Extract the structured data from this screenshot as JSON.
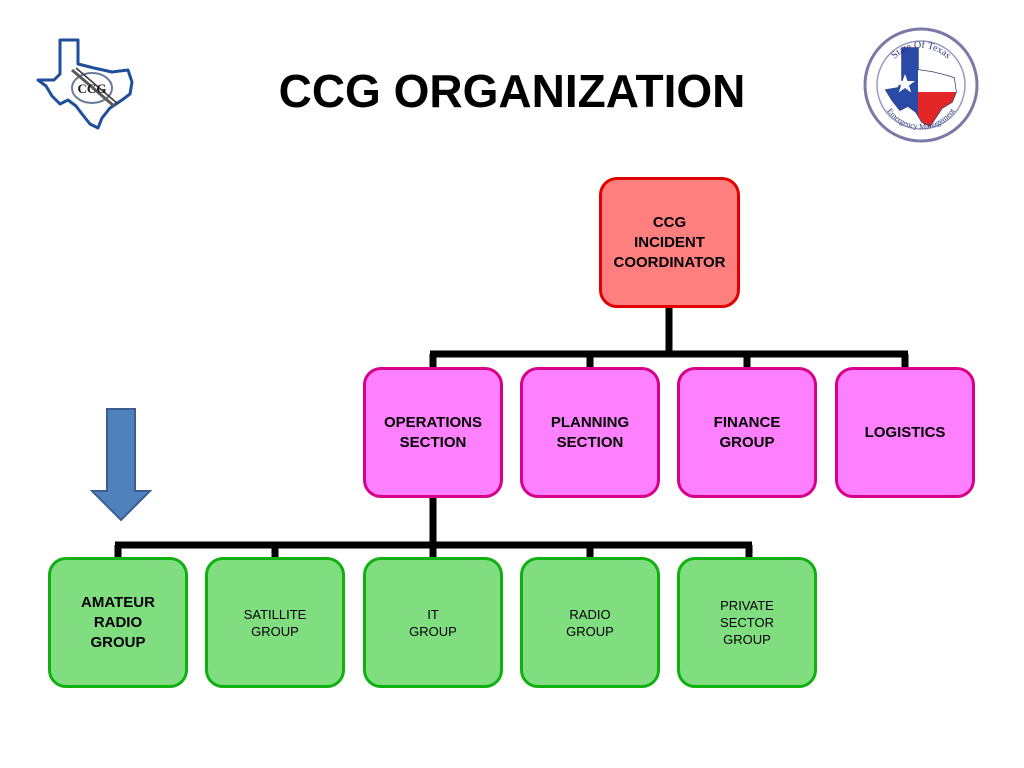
{
  "title": "CCG ORGANIZATION",
  "logos": {
    "left": {
      "text": "CCG",
      "icon": "texas-map-ccg-logo"
    },
    "right": {
      "text": "State Of Texas Emergency Management",
      "icon": "texas-emergency-management-seal"
    }
  },
  "nodes": {
    "coordinator": "CCG\nINCIDENT\nCOORDINATOR",
    "operations": "OPERATIONS\nSECTION",
    "planning": "PLANNING\nSECTION",
    "finance": "FINANCE\nGROUP",
    "logistics": "LOGISTICS",
    "amateur_radio": "AMATEUR\nRADIO\nGROUP",
    "satillite": "SATILLITE\nGROUP",
    "it": "IT\nGROUP",
    "radio": "RADIO\nGROUP",
    "private_sector": "PRIVATE\nSECTOR\nGROUP"
  },
  "colors": {
    "coordinator_fill": "#ff7f7f",
    "coordinator_border": "#e00000",
    "section_fill": "#ff80ff",
    "section_border": "#d8008a",
    "group_fill": "#80de80",
    "group_border": "#10b010",
    "arrow_fill": "#4f81bd",
    "connector": "#000000"
  },
  "highlight_arrow": {
    "icon": "down-arrow-icon",
    "points_to": "amateur_radio"
  }
}
